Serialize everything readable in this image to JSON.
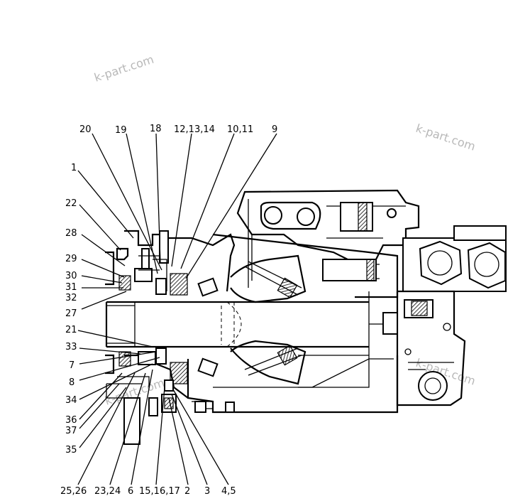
{
  "watermarks": [
    "k-part.com",
    "k-part.com",
    "k-part.com",
    "k-part.com"
  ],
  "callouts_top": [
    "20",
    "19",
    "18",
    "12,13,14",
    "10,11",
    "9"
  ],
  "callouts_left": [
    "1",
    "22",
    "28",
    "29",
    "30",
    "31",
    "32",
    "27",
    "21",
    "33",
    "7",
    "8",
    "34",
    "36",
    "37",
    "35"
  ],
  "callouts_bottom": [
    "25,26",
    "23,24",
    "6",
    "15,16,17",
    "2",
    "3",
    "4,5"
  ]
}
